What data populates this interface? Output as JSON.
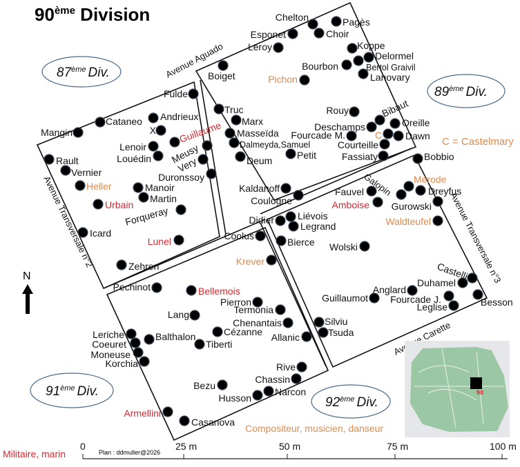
{
  "title": {
    "main": "90",
    "sup": "ème",
    "rest": " Division"
  },
  "colors": {
    "military": "#d8272e",
    "composer": "#e0894c",
    "ellipse": "#4a6a8a"
  },
  "divisions": [
    {
      "num": "87",
      "sup": "ème",
      "word": "Div."
    },
    {
      "num": "89",
      "sup": "ème",
      "word": "Div."
    },
    {
      "num": "91",
      "sup": "ème",
      "word": "Div."
    },
    {
      "num": "92",
      "sup": "ème",
      "word": "Div."
    }
  ],
  "streets": [
    "Avenue Aguado",
    "Avenue Transversale n°2",
    "Avenue Transversale n°3",
    "Avenue Carette",
    "Galopin"
  ],
  "legend": {
    "castelmary": "C = Castelmary",
    "military": "Militaire, marin",
    "composer": "Compositeur, musicien, danseur",
    "credit": "Plan : ddmuller@2026",
    "north": "N",
    "inset_label": "90"
  },
  "scale": [
    "0",
    "25 m",
    "50 m",
    "75 m",
    "100 m"
  ],
  "graves": [
    {
      "name": "Chelton"
    },
    {
      "name": "Pagès"
    },
    {
      "name": "Esponet"
    },
    {
      "name": "Choir"
    },
    {
      "name": "Leroy"
    },
    {
      "name": "Boiget"
    },
    {
      "name": "Pichon",
      "cat": "composer"
    },
    {
      "name": "Bourbon"
    },
    {
      "name": "Koppe"
    },
    {
      "name": "Delormel"
    },
    {
      "name": "Bertol Graivil"
    },
    {
      "name": "Lanovary"
    },
    {
      "name": "Rouy"
    },
    {
      "name": "Bibaut"
    },
    {
      "name": "Deschamps"
    },
    {
      "name": "Oreille"
    },
    {
      "name": "C",
      "cat": "composer"
    },
    {
      "name": "Dawn"
    },
    {
      "name": "Courteille"
    },
    {
      "name": "Fassiaty"
    },
    {
      "name": "Fourcade M."
    },
    {
      "name": "Truc"
    },
    {
      "name": "Marx"
    },
    {
      "name": "Masseïda"
    },
    {
      "name": "Dalmeyda,Samuel"
    },
    {
      "name": "Deum"
    },
    {
      "name": "Petit"
    },
    {
      "name": "Bobbio"
    },
    {
      "name": "Fulde"
    },
    {
      "name": "Cataneo"
    },
    {
      "name": "Andrieux"
    },
    {
      "name": "Mangin"
    },
    {
      "name": "X"
    },
    {
      "name": "Guillaume",
      "cat": "military"
    },
    {
      "name": "Lenoir"
    },
    {
      "name": "Louédin"
    },
    {
      "name": "Meusy"
    },
    {
      "name": "Very"
    },
    {
      "name": "Duronssoy"
    },
    {
      "name": "Rault"
    },
    {
      "name": "Vernier"
    },
    {
      "name": "Heller",
      "cat": "composer"
    },
    {
      "name": "Manoir"
    },
    {
      "name": "Martin"
    },
    {
      "name": "Urbain",
      "cat": "military"
    },
    {
      "name": "Forqueray"
    },
    {
      "name": "Icard"
    },
    {
      "name": "Lunel",
      "cat": "military"
    },
    {
      "name": "Zehren"
    },
    {
      "name": "Kaldanoff"
    },
    {
      "name": "Coulogne"
    },
    {
      "name": "Didier"
    },
    {
      "name": "Liévois"
    },
    {
      "name": "Legrand"
    },
    {
      "name": "Coolus"
    },
    {
      "name": "Bierce"
    },
    {
      "name": "Krever",
      "cat": "composer"
    },
    {
      "name": "Fauvel"
    },
    {
      "name": "Amboise",
      "cat": "military"
    },
    {
      "name": "Mérode",
      "cat": "composer"
    },
    {
      "name": ""
    },
    {
      "name": "Dreyfus"
    },
    {
      "name": "Gurowski"
    },
    {
      "name": "Waldteufel",
      "cat": "composer"
    },
    {
      "name": "Wolski"
    },
    {
      "name": "Castelli"
    },
    {
      "name": "Duhamel"
    },
    {
      "name": "Anglard"
    },
    {
      "name": "Fourcade J."
    },
    {
      "name": "Besson"
    },
    {
      "name": "Leglise"
    },
    {
      "name": "Guillaumot"
    },
    {
      "name": "Silviu"
    },
    {
      "name": "Tsuda"
    },
    {
      "name": "Pechinot"
    },
    {
      "name": "Bellemois",
      "cat": "military"
    },
    {
      "name": "Pierron"
    },
    {
      "name": "Termonia"
    },
    {
      "name": "Lang"
    },
    {
      "name": "Chenantais"
    },
    {
      "name": "Cézanne"
    },
    {
      "name": "Allanic"
    },
    {
      "name": "Leriche"
    },
    {
      "name": "Balthalon"
    },
    {
      "name": "Coeuret"
    },
    {
      "name": "Tiberti"
    },
    {
      "name": "Moneuse"
    },
    {
      "name": "Korchia"
    },
    {
      "name": "Rive"
    },
    {
      "name": "Chassin"
    },
    {
      "name": "Bezu"
    },
    {
      "name": "Narcon"
    },
    {
      "name": "Husson"
    },
    {
      "name": "Armellini",
      "cat": "military"
    },
    {
      "name": "Casanova"
    }
  ]
}
